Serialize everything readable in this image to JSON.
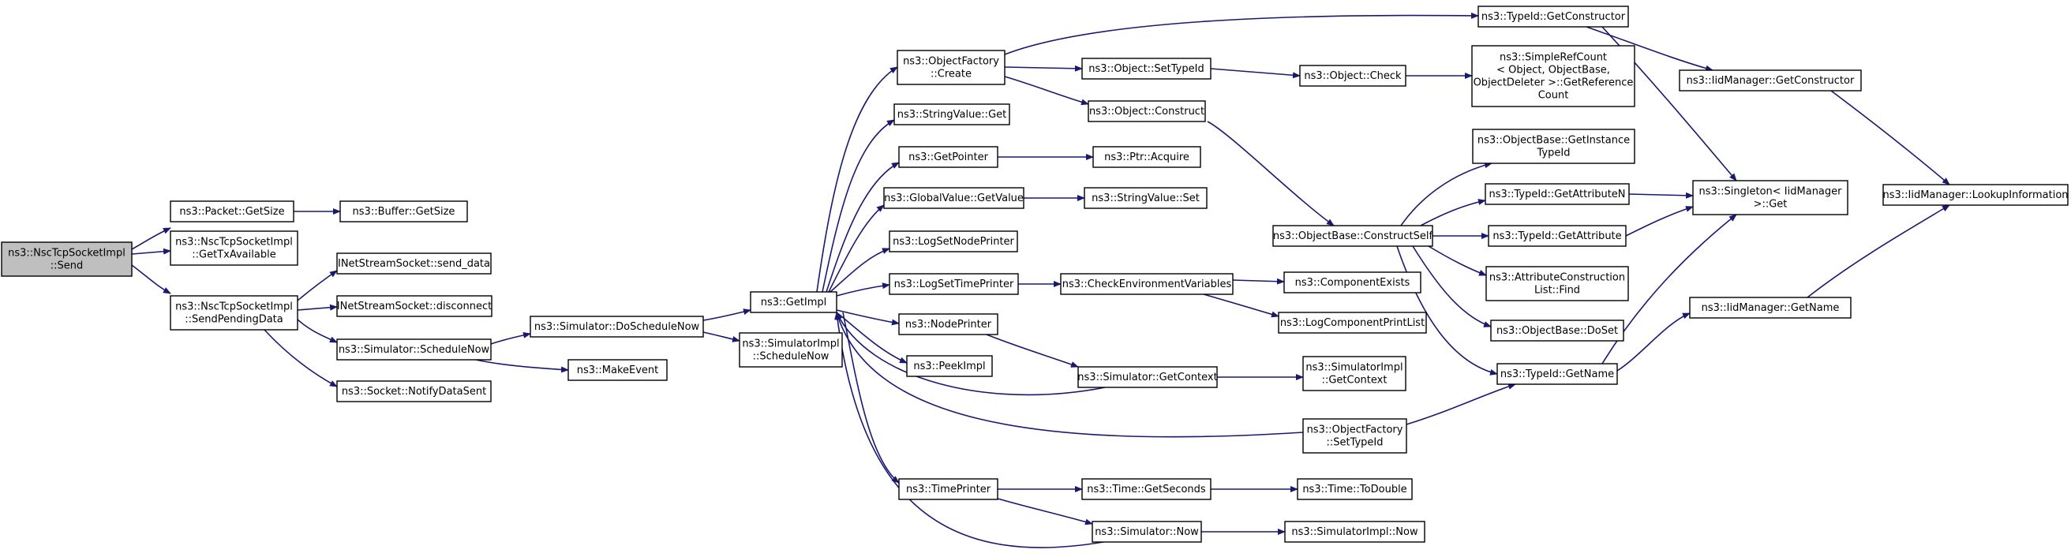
{
  "graph": {
    "colors": {
      "edge": "#191970",
      "box_fill": "#ffffff",
      "box_border": "#000000",
      "root_fill": "#bfbfbf",
      "truncated_border": "#ff0000",
      "text": "#000000"
    },
    "nodes": [
      {
        "id": "send",
        "lines": [
          "ns3::NscTcpSocketImpl",
          "::Send"
        ],
        "style": "root"
      },
      {
        "id": "getsize",
        "lines": [
          "ns3::Packet::GetSize"
        ],
        "style": "normal"
      },
      {
        "id": "bufsize",
        "lines": [
          "ns3::Buffer::GetSize"
        ],
        "style": "normal"
      },
      {
        "id": "gettx",
        "lines": [
          "ns3::NscTcpSocketImpl",
          "::GetTxAvailable"
        ],
        "style": "normal"
      },
      {
        "id": "sendpending",
        "lines": [
          "ns3::NscTcpSocketImpl",
          "::SendPendingData"
        ],
        "style": "normal"
      },
      {
        "id": "senddata",
        "lines": [
          "INetStreamSocket::send_data"
        ],
        "style": "normal"
      },
      {
        "id": "disconnect",
        "lines": [
          "INetStreamSocket::disconnect"
        ],
        "style": "normal"
      },
      {
        "id": "schednow",
        "lines": [
          "ns3::Simulator::ScheduleNow"
        ],
        "style": "normal"
      },
      {
        "id": "notify",
        "lines": [
          "ns3::Socket::NotifyDataSent"
        ],
        "style": "normal"
      },
      {
        "id": "doschednow",
        "lines": [
          "ns3::Simulator::DoScheduleNow"
        ],
        "style": "normal"
      },
      {
        "id": "makeevent",
        "lines": [
          "ns3::MakeEvent"
        ],
        "style": "normal"
      },
      {
        "id": "getimpl",
        "lines": [
          "ns3::GetImpl"
        ],
        "style": "normal"
      },
      {
        "id": "simimplsched",
        "lines": [
          "ns3::SimulatorImpl",
          "::ScheduleNow"
        ],
        "style": "normal"
      },
      {
        "id": "ofcreate",
        "lines": [
          "ns3::ObjectFactory",
          "::Create"
        ],
        "style": "normal"
      },
      {
        "id": "strvalget",
        "lines": [
          "ns3::StringValue::Get"
        ],
        "style": "normal"
      },
      {
        "id": "getpointer",
        "lines": [
          "ns3::GetPointer"
        ],
        "style": "normal"
      },
      {
        "id": "gvgetvalue",
        "lines": [
          "ns3::GlobalValue::GetValue"
        ],
        "style": "normal"
      },
      {
        "id": "lognode",
        "lines": [
          "ns3::LogSetNodePrinter"
        ],
        "style": "normal"
      },
      {
        "id": "logtime",
        "lines": [
          "ns3::LogSetTimePrinter"
        ],
        "style": "normal"
      },
      {
        "id": "nodeprinter",
        "lines": [
          "ns3::NodePrinter"
        ],
        "style": "normal"
      },
      {
        "id": "peekimpl",
        "lines": [
          "ns3::PeekImpl"
        ],
        "style": "normal"
      },
      {
        "id": "timeprinter",
        "lines": [
          "ns3::TimePrinter"
        ],
        "style": "normal"
      },
      {
        "id": "objsettype",
        "lines": [
          "ns3::Object::SetTypeId"
        ],
        "style": "normal"
      },
      {
        "id": "objconstruct",
        "lines": [
          "ns3::Object::Construct"
        ],
        "style": "normal"
      },
      {
        "id": "ptracquire",
        "lines": [
          "ns3::Ptr::Acquire"
        ],
        "style": "normal"
      },
      {
        "id": "strvalset",
        "lines": [
          "ns3::StringValue::Set"
        ],
        "style": "normal"
      },
      {
        "id": "checkenv",
        "lines": [
          "ns3::CheckEnvironmentVariables"
        ],
        "style": "normal"
      },
      {
        "id": "simgetctx",
        "lines": [
          "ns3::Simulator::GetContext"
        ],
        "style": "normal"
      },
      {
        "id": "timegetsec",
        "lines": [
          "ns3::Time::GetSeconds"
        ],
        "style": "normal"
      },
      {
        "id": "simnow",
        "lines": [
          "ns3::Simulator::Now"
        ],
        "style": "normal"
      },
      {
        "id": "typeidgetctor",
        "lines": [
          "ns3::TypeId::GetConstructor"
        ],
        "style": "normal"
      },
      {
        "id": "objcheck",
        "lines": [
          "ns3::Object::Check"
        ],
        "style": "normal"
      },
      {
        "id": "simplerefcount",
        "lines": [
          "ns3::SimpleRefCount",
          "< Object, ObjectBase,",
          "ObjectDeleter >::GetReference",
          "Count"
        ],
        "style": "normal"
      },
      {
        "id": "obgetinst",
        "lines": [
          "ns3::ObjectBase::GetInstance",
          "TypeId"
        ],
        "style": "normal"
      },
      {
        "id": "obconstructself",
        "lines": [
          "ns3::ObjectBase::ConstructSelf"
        ],
        "style": "truncated"
      },
      {
        "id": "compexists",
        "lines": [
          "ns3::ComponentExists"
        ],
        "style": "truncated"
      },
      {
        "id": "logcompprint",
        "lines": [
          "ns3::LogComponentPrintList"
        ],
        "style": "truncated"
      },
      {
        "id": "simimplgetctx",
        "lines": [
          "ns3::SimulatorImpl",
          "::GetContext"
        ],
        "style": "normal"
      },
      {
        "id": "ofsettype",
        "lines": [
          "ns3::ObjectFactory",
          "::SetTypeId"
        ],
        "style": "normal"
      },
      {
        "id": "timetodouble",
        "lines": [
          "ns3::Time::ToDouble"
        ],
        "style": "truncated"
      },
      {
        "id": "simimplnow",
        "lines": [
          "ns3::SimulatorImpl::Now"
        ],
        "style": "normal"
      },
      {
        "id": "typeidgetattrn",
        "lines": [
          "ns3::TypeId::GetAttributeN"
        ],
        "style": "truncated"
      },
      {
        "id": "typeidgetattr",
        "lines": [
          "ns3::TypeId::GetAttribute"
        ],
        "style": "truncated"
      },
      {
        "id": "attrconstfind",
        "lines": [
          "ns3::AttributeConstruction",
          "List::Find"
        ],
        "style": "normal"
      },
      {
        "id": "obdoset",
        "lines": [
          "ns3::ObjectBase::DoSet"
        ],
        "style": "normal"
      },
      {
        "id": "typeidgetname",
        "lines": [
          "ns3::TypeId::GetName"
        ],
        "style": "normal"
      },
      {
        "id": "iidmgrgetctor",
        "lines": [
          "ns3::IidManager::GetConstructor"
        ],
        "style": "normal"
      },
      {
        "id": "singletonget",
        "lines": [
          "ns3::Singleton< IidManager",
          ">::Get"
        ],
        "style": "normal"
      },
      {
        "id": "iidmgrgetname",
        "lines": [
          "ns3::IidManager::GetName"
        ],
        "style": "normal"
      },
      {
        "id": "iidmgrlookup",
        "lines": [
          "ns3::IidManager::LookupInformation"
        ],
        "style": "normal"
      }
    ]
  }
}
